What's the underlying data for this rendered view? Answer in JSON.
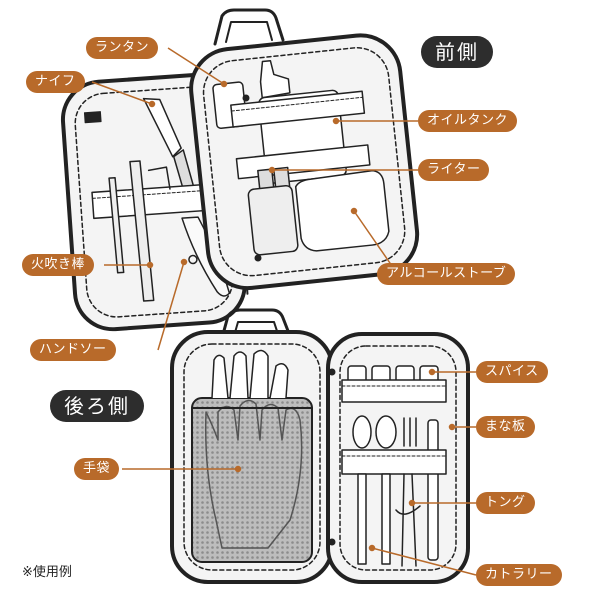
{
  "sections": {
    "front": "前側",
    "back": "後ろ側"
  },
  "labels": {
    "lantern": "ランタン",
    "knife": "ナイフ",
    "oil_tank": "オイルタンク",
    "lighter": "ライター",
    "blow_stick": "火吹き棒",
    "alcohol_stove": "アルコールストーブ",
    "hand_saw": "ハンドソー",
    "spice": "スパイス",
    "cutting_board": "まな板",
    "gloves": "手袋",
    "tongs": "トング",
    "cutlery": "カトラリー"
  },
  "note": "※使用例",
  "colors": {
    "tag": "#b86a2a",
    "section": "#2d2d2d",
    "leader": "#b86a2a"
  }
}
